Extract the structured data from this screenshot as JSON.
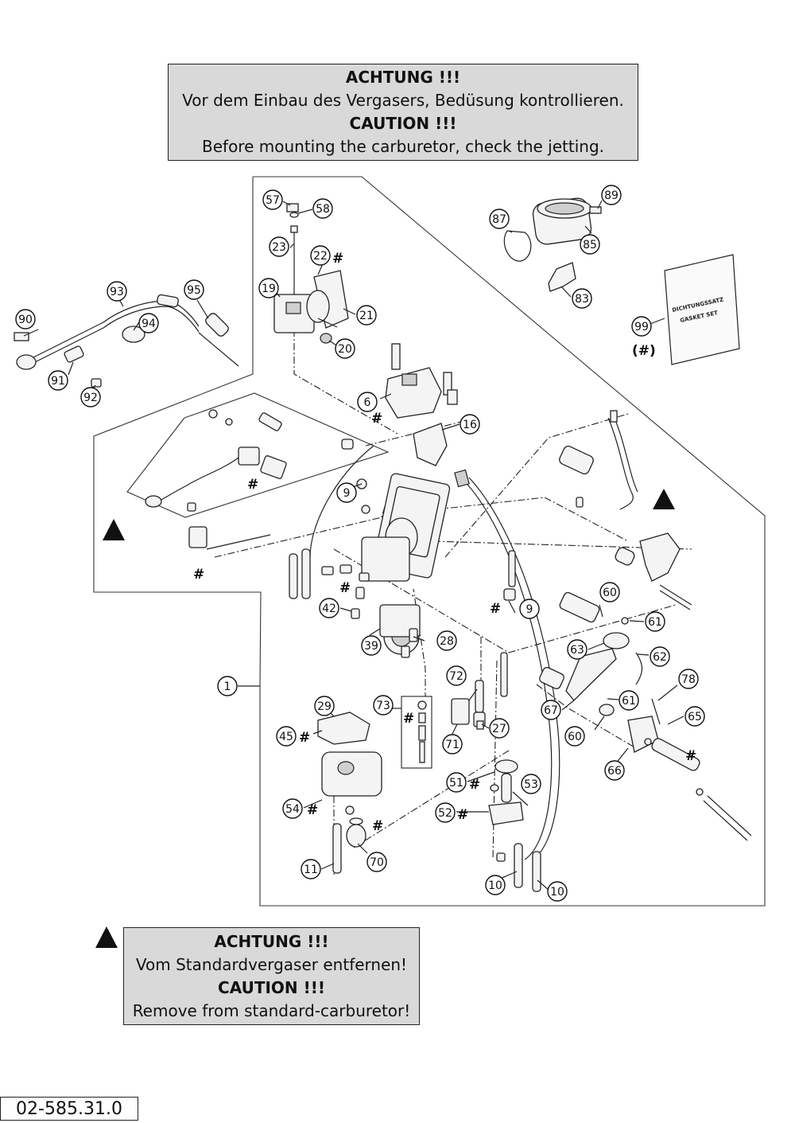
{
  "notices": {
    "top": {
      "de_heading": "ACHTUNG !!!",
      "de_text": "Vor dem Einbau des Vergasers, Bedüsung kontrollieren.",
      "en_heading": "CAUTION !!!",
      "en_text": "Before mounting the carburetor, check the jetting."
    },
    "bottom": {
      "de_heading": "ACHTUNG !!!",
      "de_text": "Vom Standardvergaser entfernen!",
      "en_heading": "CAUTION !!!",
      "en_text": "Remove from standard-carburetor!"
    }
  },
  "diagram_code": "02-585.31.0",
  "gasket_set": {
    "label_de": "DICHTUNGSSATZ",
    "label_en": "GASKET SET",
    "note": "(#)"
  },
  "hash_mark": "#",
  "callouts": {
    "c1": "1",
    "c6": "6",
    "c9a": "9",
    "c9b": "9",
    "c10a": "10",
    "c10b": "10",
    "c11": "11",
    "c16": "16",
    "c19": "19",
    "c20": "20",
    "c21": "21",
    "c22": "22",
    "c23": "23",
    "c27": "27",
    "c28": "28",
    "c29": "29",
    "c39": "39",
    "c42": "42",
    "c45": "45",
    "c51": "51",
    "c52": "52",
    "c53": "53",
    "c54": "54",
    "c57": "57",
    "c58": "58",
    "c60a": "60",
    "c60b": "60",
    "c61a": "61",
    "c61b": "61",
    "c62": "62",
    "c63": "63",
    "c65": "65",
    "c66": "66",
    "c67": "67",
    "c70": "70",
    "c71": "71",
    "c72": "72",
    "c73": "73",
    "c78": "78",
    "c83": "83",
    "c85": "85",
    "c87": "87",
    "c89": "89",
    "c90": "90",
    "c91": "91",
    "c92": "92",
    "c93": "93",
    "c94": "94",
    "c95": "95",
    "c99": "99"
  }
}
